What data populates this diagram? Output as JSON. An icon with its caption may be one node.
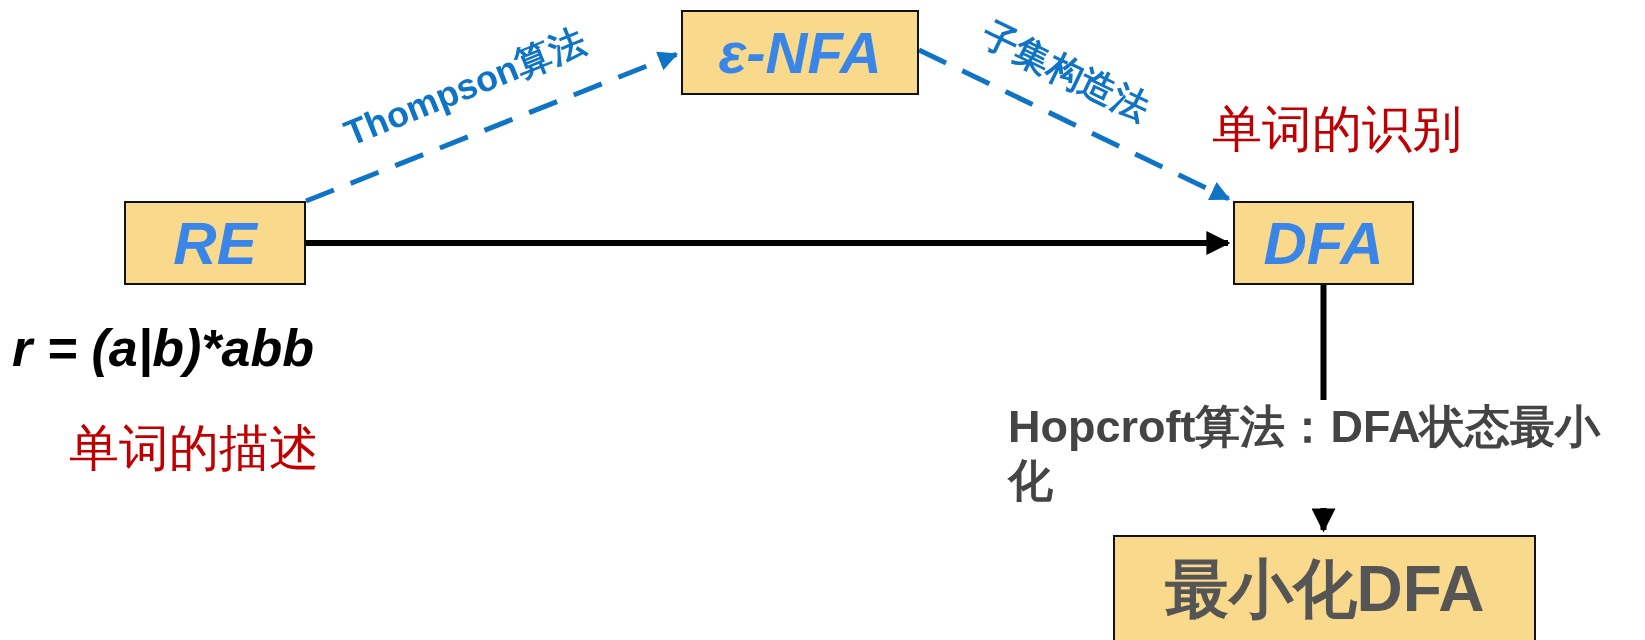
{
  "diagram": {
    "nodes": [
      {
        "text": [
          "RE"
        ]
      },
      {
        "text": [
          "ε-NFA"
        ]
      },
      {
        "text": [
          "DFA"
        ]
      },
      {
        "text": [
          "最小化DFA"
        ]
      }
    ],
    "edges": [
      {
        "from": 0,
        "to": 1,
        "arrow": "to",
        "label": "Thompson算法",
        "style": "dashed",
        "color": "#0f73c6"
      },
      {
        "from": 1,
        "to": 2,
        "arrow": "to",
        "label": "子集构造法",
        "style": "dashed",
        "color": "#0f73c6"
      },
      {
        "from": 0,
        "to": 2,
        "arrow": "to",
        "color": "#000000"
      },
      {
        "from": 2,
        "to": 3,
        "arrow": "to",
        "label": "Hopcroft算法：DFA状态最小化",
        "color": "#000000"
      }
    ],
    "labels": [
      "单词的识别",
      "r = (a|b)*abb",
      "单词的描述"
    ]
  }
}
